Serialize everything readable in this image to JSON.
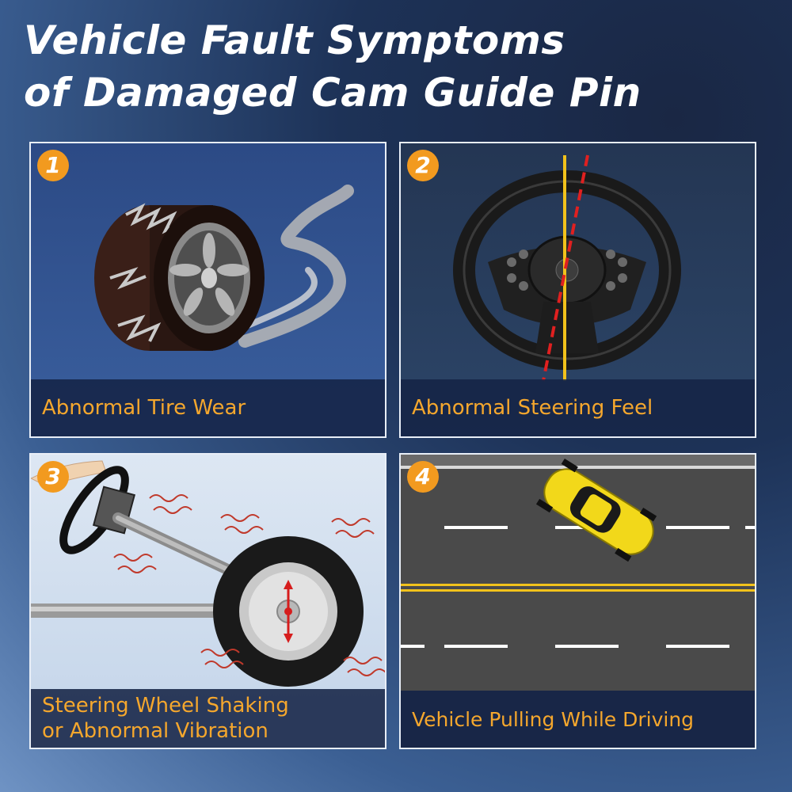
{
  "title": {
    "line1": "Vehicle Fault Symptoms",
    "line2": "of Damaged Cam Guide Pin"
  },
  "panels": [
    {
      "number": "1",
      "caption": "Abnormal Tire Wear",
      "illustration": "worn-tire-icon"
    },
    {
      "number": "2",
      "caption": "Abnormal Steering Feel",
      "illustration": "steering-wheel-icon"
    },
    {
      "number": "3",
      "caption_line1": "Steering Wheel Shaking",
      "caption_line2": "or Abnormal Vibration",
      "illustration": "shaking-wheel-icon"
    },
    {
      "number": "4",
      "caption": "Vehicle Pulling While Driving",
      "illustration": "car-on-road-icon"
    }
  ],
  "colors": {
    "accent": "#f29a1f",
    "caption_text": "#f5a72d",
    "border": "#e8eef7",
    "lane_yellow": "#f2c21b",
    "deviation_red": "#e02020"
  }
}
